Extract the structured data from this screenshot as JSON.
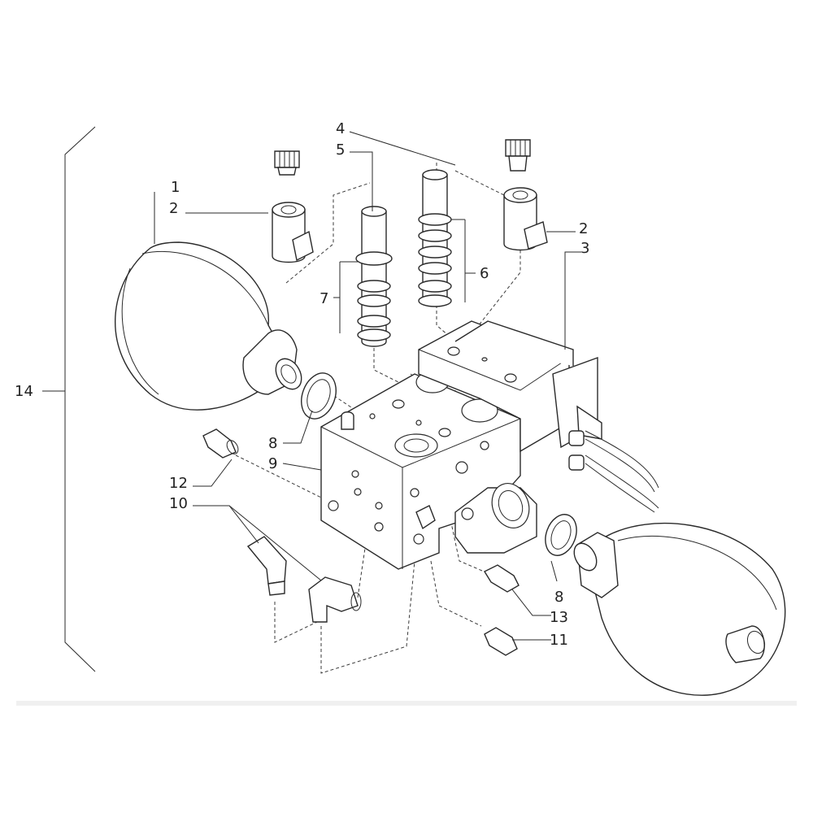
{
  "callouts": {
    "c1": "1",
    "c2a": "2",
    "c2b": "2",
    "c3": "3",
    "c4": "4",
    "c5": "5",
    "c6": "6",
    "c7": "7",
    "c8a": "8",
    "c8b": "8",
    "c9": "9",
    "c10": "10",
    "c11": "11",
    "c12": "12",
    "c13": "13",
    "c14": "14"
  },
  "colors": {
    "ink": "#2a2a2a",
    "footer_band": "#f0f0f0"
  }
}
